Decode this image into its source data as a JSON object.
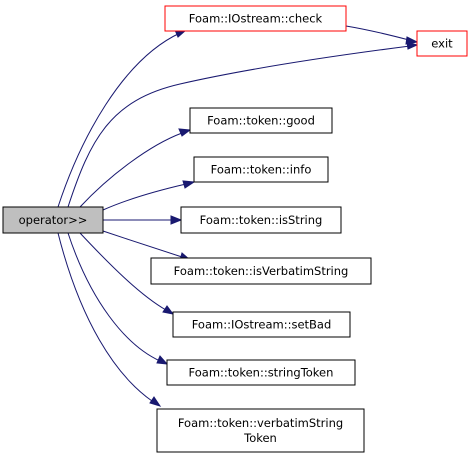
{
  "colors": {
    "edge": "#191970",
    "root_fill": "#bfbfbf",
    "node_fill": "#ffffff",
    "node_border": "#000000",
    "external_border": "#ff0000"
  },
  "nodes": {
    "root": {
      "label": "operator>>"
    },
    "check": {
      "label": "Foam::IOstream::check"
    },
    "exit": {
      "label": "exit"
    },
    "good": {
      "label": "Foam::token::good"
    },
    "info": {
      "label": "Foam::token::info"
    },
    "isString": {
      "label": "Foam::token::isString"
    },
    "isVerbatimString": {
      "label": "Foam::token::isVerbatimString"
    },
    "setBad": {
      "label": "Foam::IOstream::setBad"
    },
    "stringToken": {
      "label": "Foam::token::stringToken"
    },
    "verbatimStringToken": {
      "line1": "Foam::token::verbatimString",
      "line2": "Token"
    }
  }
}
